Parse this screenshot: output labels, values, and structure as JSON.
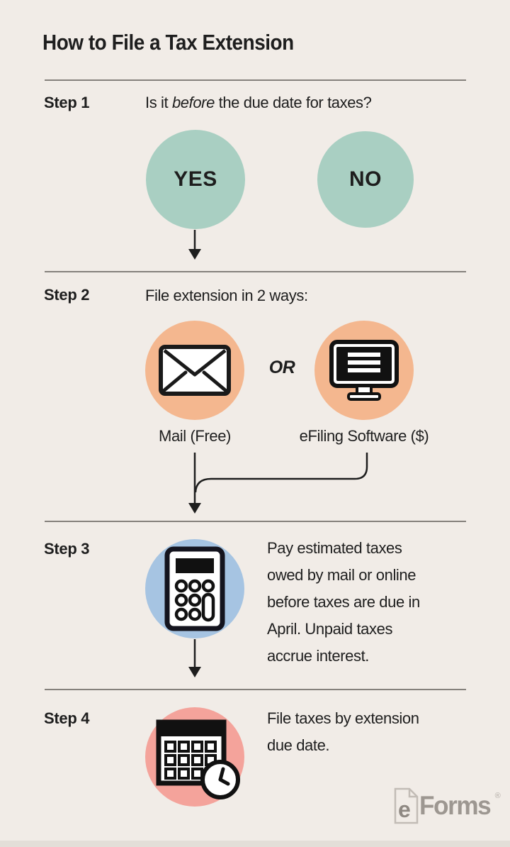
{
  "page": {
    "title": "How to File a Tax Extension"
  },
  "colors": {
    "background": "#f1ece7",
    "yes_no_circle": "#a9cfc2",
    "method_circle": "#f4b78f",
    "pay_circle": "#a6c4e2",
    "calendar_circle": "#f4a39b",
    "divider": "#85817c",
    "text": "#1e1e1e",
    "logo_gray": "#9d9791"
  },
  "step1": {
    "label": "Step 1",
    "question_pre": "Is it ",
    "question_italic": "before",
    "question_post": " the due date for taxes?",
    "yes": "YES",
    "no": "NO"
  },
  "step2": {
    "label": "Step 2",
    "heading": "File extension in 2 ways:",
    "or": "OR",
    "mail_caption": "Mail (Free)",
    "efile_caption": "eFiling Software ($)",
    "icons": {
      "mail": "envelope-icon",
      "efile": "computer-monitor-icon"
    }
  },
  "step3": {
    "label": "Step 3",
    "icon": "calculator-icon",
    "lines": [
      "Pay estimated taxes",
      "owed by mail or online",
      "before taxes are due in",
      "April. Unpaid taxes",
      "accrue interest."
    ]
  },
  "step4": {
    "label": "Step 4",
    "icon": "calendar-clock-icon",
    "lines": [
      "File taxes by extension",
      "due date."
    ]
  },
  "logo": {
    "e": "e",
    "name": "Forms",
    "registered": "®"
  }
}
